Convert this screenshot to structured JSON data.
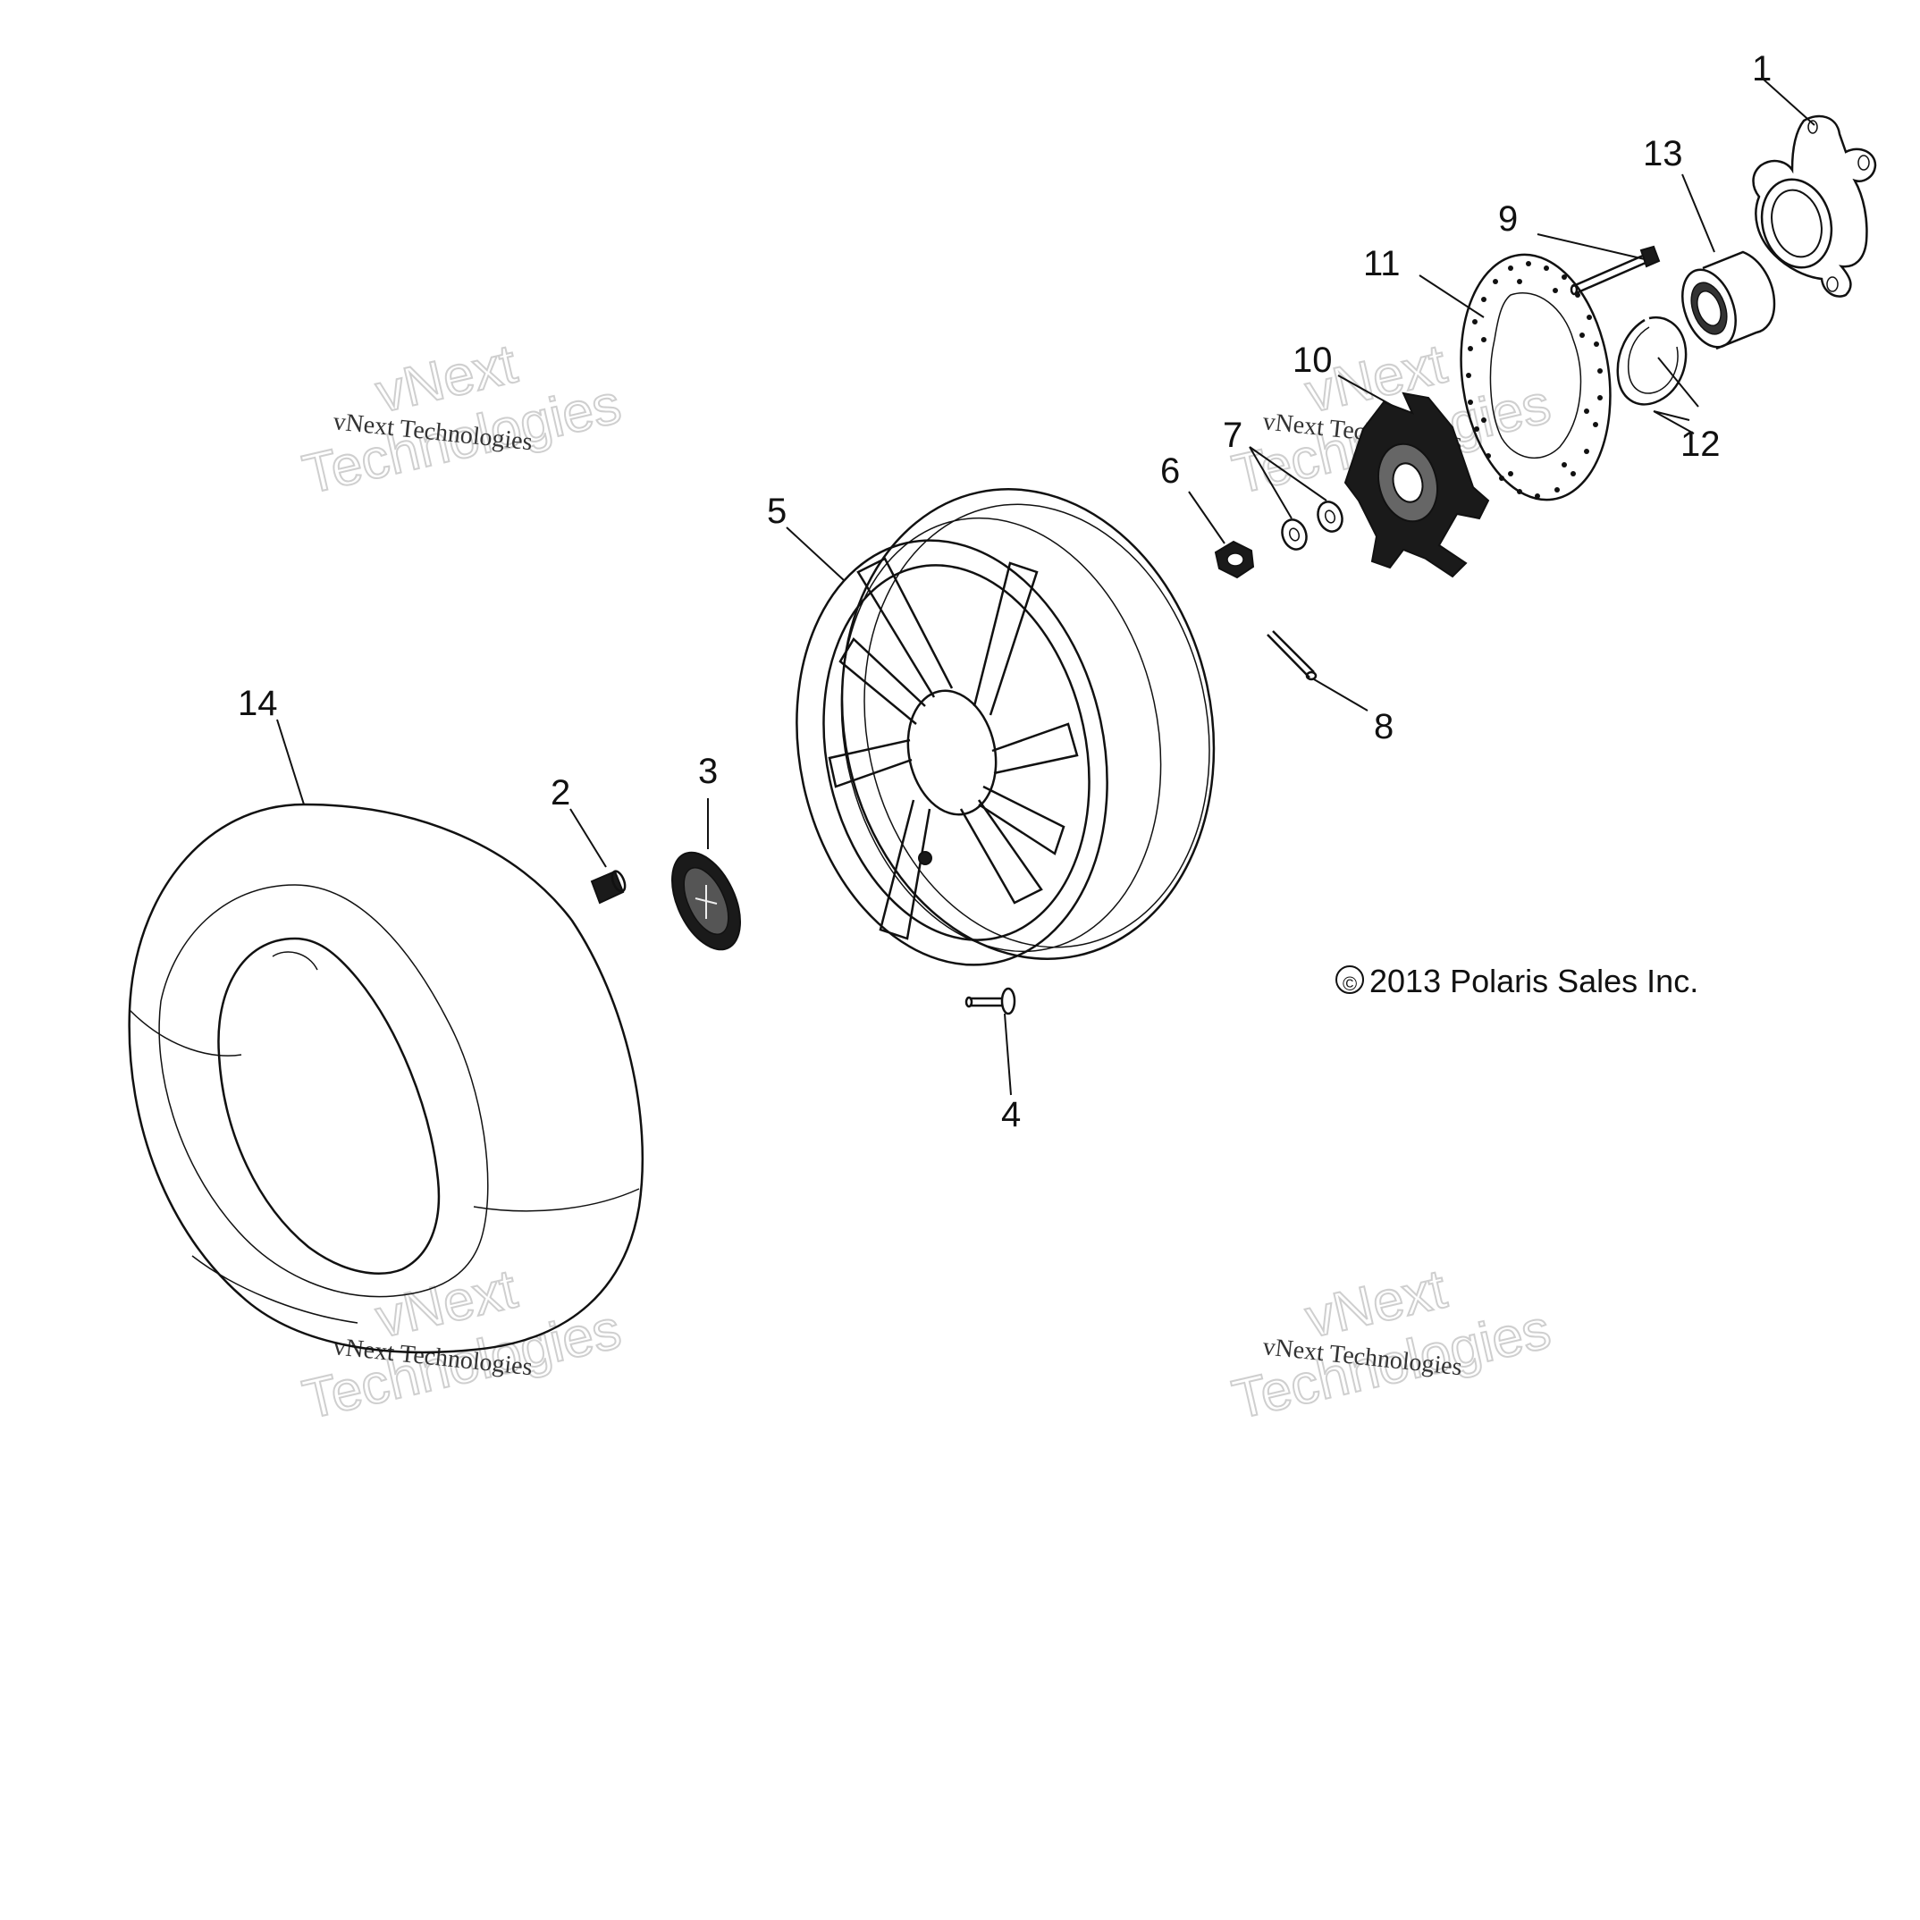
{
  "callouts": {
    "c1": "1",
    "c2": "2",
    "c3": "3",
    "c4": "4",
    "c5": "5",
    "c6": "6",
    "c7": "7",
    "c8": "8",
    "c9": "9",
    "c10": "10",
    "c11": "11",
    "c12": "12",
    "c13": "13",
    "c14": "14"
  },
  "copyright": "2013 Polaris Sales Inc.",
  "copyright_symbol": "©",
  "watermark": {
    "large_top": "vNext",
    "large_bottom": "Technologies",
    "small": "vNext Technologies"
  },
  "colors": {
    "line": "#111111",
    "watermark": "#cfcfcf",
    "background": "#ffffff"
  }
}
